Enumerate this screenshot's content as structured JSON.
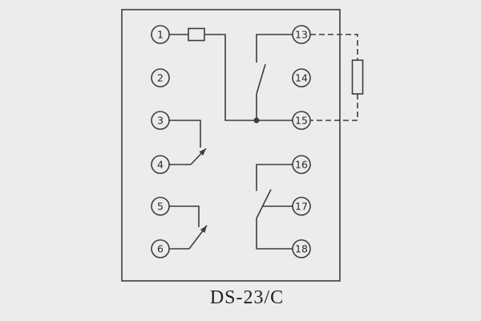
{
  "diagram": {
    "title": "DS-23/C",
    "type": "relay-terminal-wiring-diagram",
    "colors": {
      "background": "#ececec",
      "line": "#3d3d3d",
      "text": "#1f1f1f"
    },
    "left_terminals": [
      "1",
      "2",
      "3",
      "4",
      "5",
      "6"
    ],
    "right_terminals": [
      "13",
      "14",
      "15",
      "16",
      "17",
      "18"
    ],
    "components": [
      "coil-symbol",
      "resistor-symbol",
      "contact-13-15",
      "contact-3-4",
      "contact-5-6",
      "contact-16-17-18"
    ]
  }
}
